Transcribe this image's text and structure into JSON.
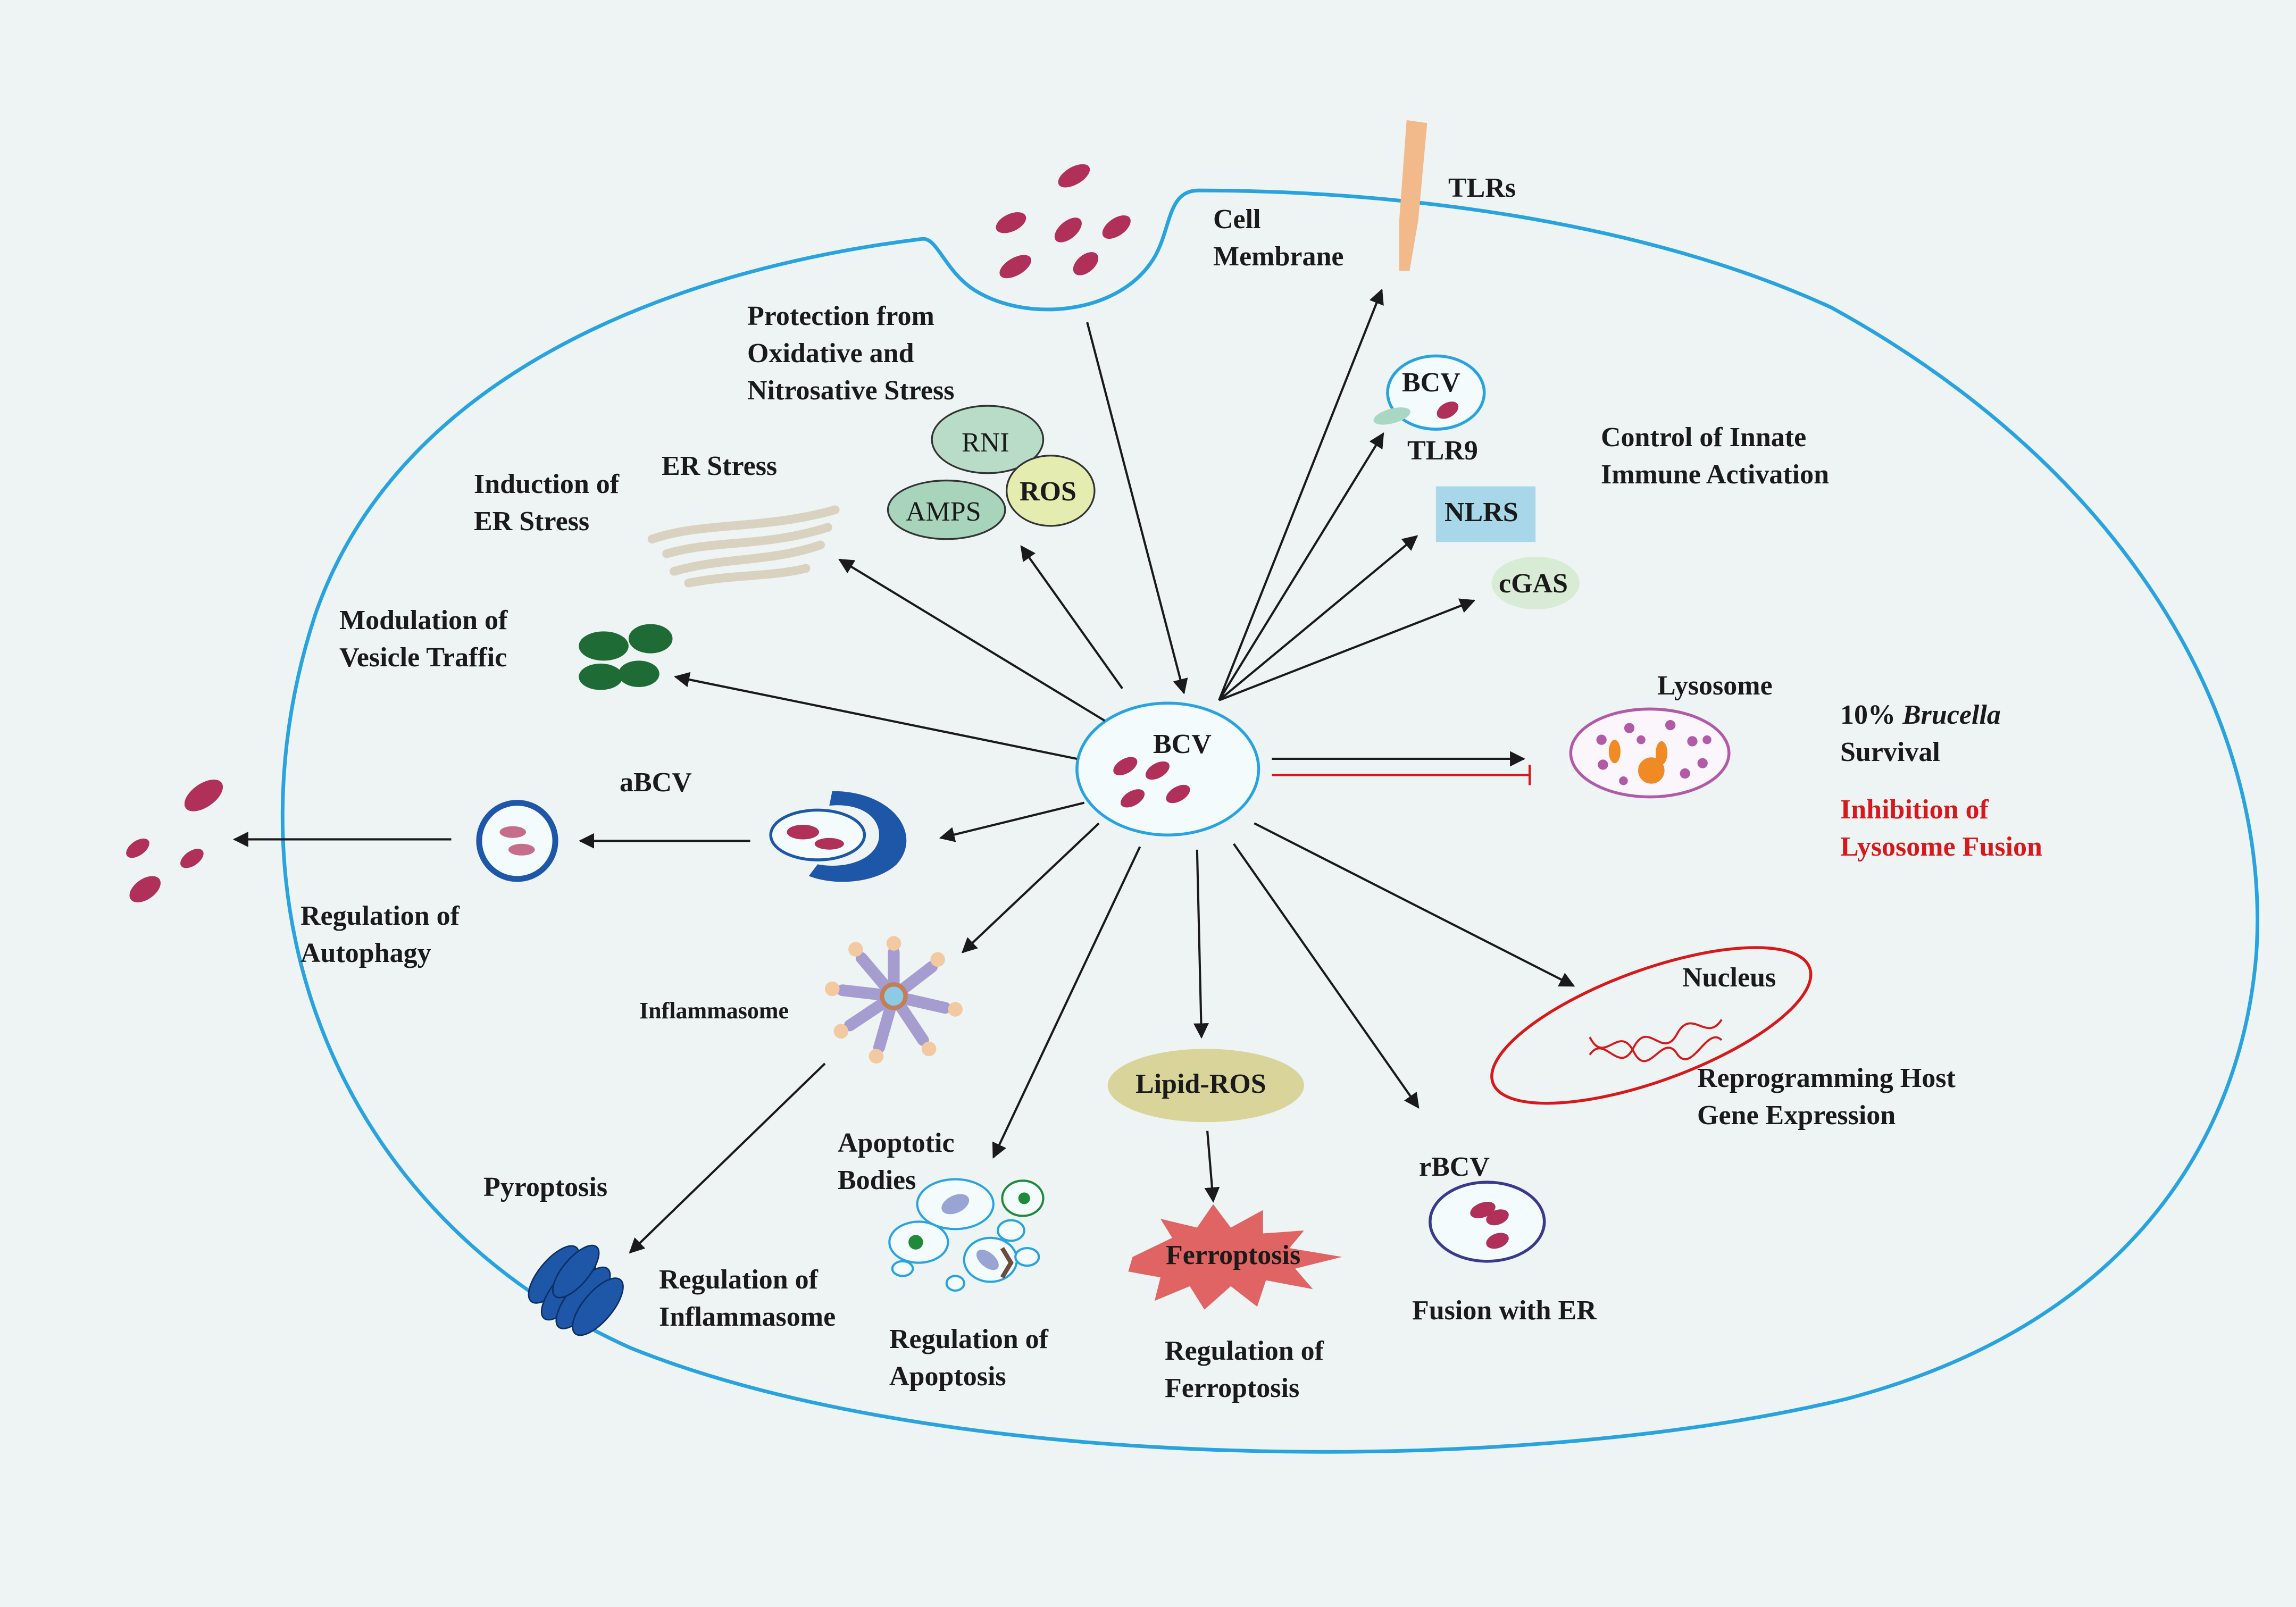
{
  "labels": {
    "cell_membrane": "Cell\nMembrane",
    "tlrs": "TLRs",
    "protection": "Protection from\nOxidative and\nNitrosative Stress",
    "rni": "RNI",
    "ros": "ROS",
    "amps": "AMPS",
    "er_stress": "ER Stress",
    "induction_er": "Induction of\nER Stress",
    "modulation_vesicle": "Modulation of\nVesicle Traffic",
    "bcv_top": "BCV",
    "tlr9": "TLR9",
    "control_innate": "Control of Innate\nImmune Activation",
    "nlrs": "NLRS",
    "cgas": "cGAS",
    "lysosome": "Lysosome",
    "survival_prefix": "10% ",
    "survival_genus": "Brucella",
    "survival_suffix": "\nSurvival",
    "inhibition": "Inhibition of\nLysosome Fusion",
    "abcv": "aBCV",
    "bcv_center": "BCV",
    "regulation_autophagy": "Regulation of\nAutophagy",
    "inflammasome": "Inflammasome",
    "nucleus": "Nucleus",
    "reprogramming": "Reprogramming Host\nGene Expression",
    "lipid_ros": "Lipid-ROS",
    "apoptotic_bodies": "Apoptotic\nBodies",
    "pyroptosis": "Pyroptosis",
    "regulation_inflammasome": "Regulation of\nInflammasome",
    "regulation_apoptosis": "Regulation of\nApoptosis",
    "ferroptosis": "Ferroptosis",
    "regulation_ferroptosis": "Regulation of\nFerroptosis",
    "rbcv": "rBCV",
    "fusion_er": "Fusion with ER"
  },
  "colors": {
    "background": "#eef4f4",
    "membrane": "#29a3e0",
    "bacteria": "#b0305a",
    "arrow": "#1a1a1a",
    "inhibition": "#d7191c",
    "tlr": "#f2b98a",
    "vesicle_green": "#1f6b35",
    "autophagy_blue": "#1e56a8",
    "lysosome": "#b05aa8",
    "nucleus": "#d7191c",
    "ferroptosis": "#e06464",
    "lipid_ros": "#d9d49a",
    "nlrs": "#a8d7ea",
    "cgas": "#d8ebd4"
  },
  "icons": [
    "bacteria-icon",
    "tlr-receptor-icon",
    "er-stress-icon",
    "vesicle-cluster-icon",
    "autophagosome-icon",
    "inflammasome-icon",
    "apoptotic-bodies-icon",
    "ferroptosis-burst-icon",
    "lysosome-icon",
    "nucleus-dna-icon",
    "gasdermin-pore-icon"
  ]
}
